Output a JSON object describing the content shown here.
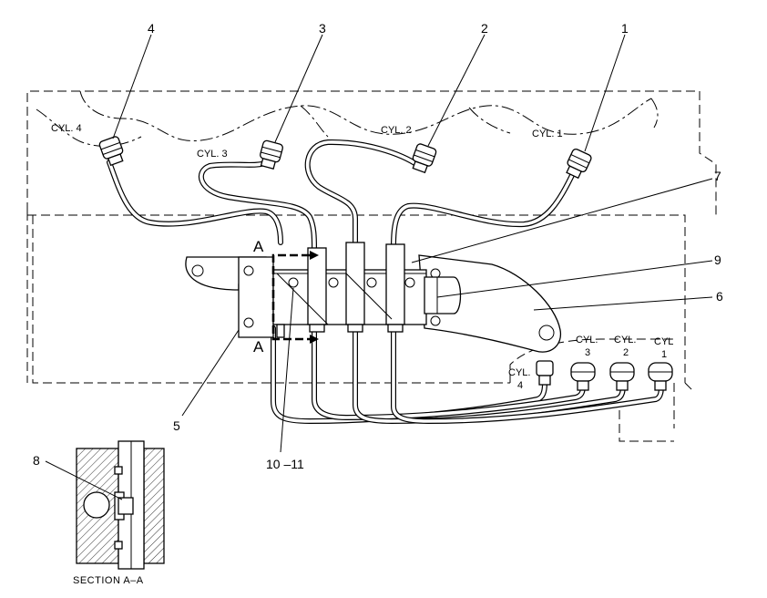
{
  "callouts": {
    "c1": "1",
    "c2": "2",
    "c3": "3",
    "c4": "4",
    "c5": "5",
    "c6": "6",
    "c7": "7",
    "c8": "8",
    "c9": "9",
    "c10_11": "10  –11"
  },
  "cylinder_labels": {
    "top_cyl4": "CYL. 4",
    "top_cyl3": "CYL. 3",
    "top_cyl2": "CYL. 2",
    "top_cyl1": "CYL. 1",
    "bottom_prefix": "CYL.",
    "bottom_cyl4_num": "4",
    "bottom_cyl3_num": "3",
    "bottom_cyl2_num": "2",
    "bottom_cyl1_prefix": "CYL",
    "bottom_cyl1_num": "1"
  },
  "section_marks": {
    "upper": "A",
    "lower": "A"
  },
  "section_title": "SECTION A–A"
}
